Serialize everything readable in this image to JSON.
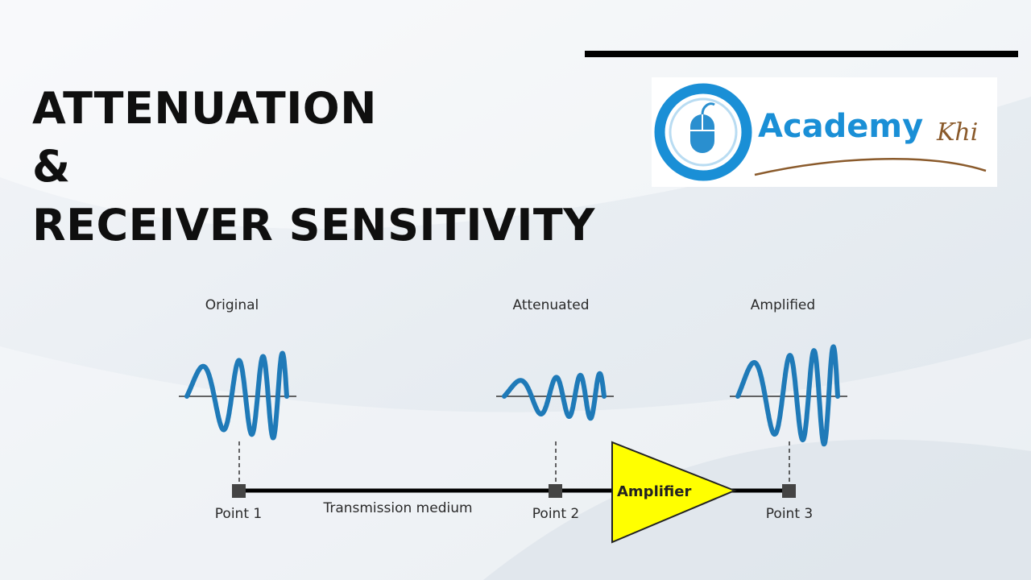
{
  "title": {
    "line1": "ATTENUATION",
    "line2": "&",
    "line3": "RECEIVER SENSITIVITY"
  },
  "logo": {
    "text_main": "Academy",
    "text_accent": "Khi",
    "colors": {
      "ring": "#1a8fd6",
      "accent": "#8a5a2b",
      "text": "#1a8fd6"
    },
    "icon": "computer-mouse-icon"
  },
  "diagram": {
    "signals": [
      {
        "label": "Original"
      },
      {
        "label": "Attenuated"
      },
      {
        "label": "Amplified"
      }
    ],
    "points": [
      "Point 1",
      "Point 2",
      "Point 3"
    ],
    "medium_label": "Transmission medium",
    "amplifier_label": "Amplifier",
    "colors": {
      "wave": "#1f7ab8",
      "amplifier": "#ffff00",
      "line": "#000000"
    }
  }
}
